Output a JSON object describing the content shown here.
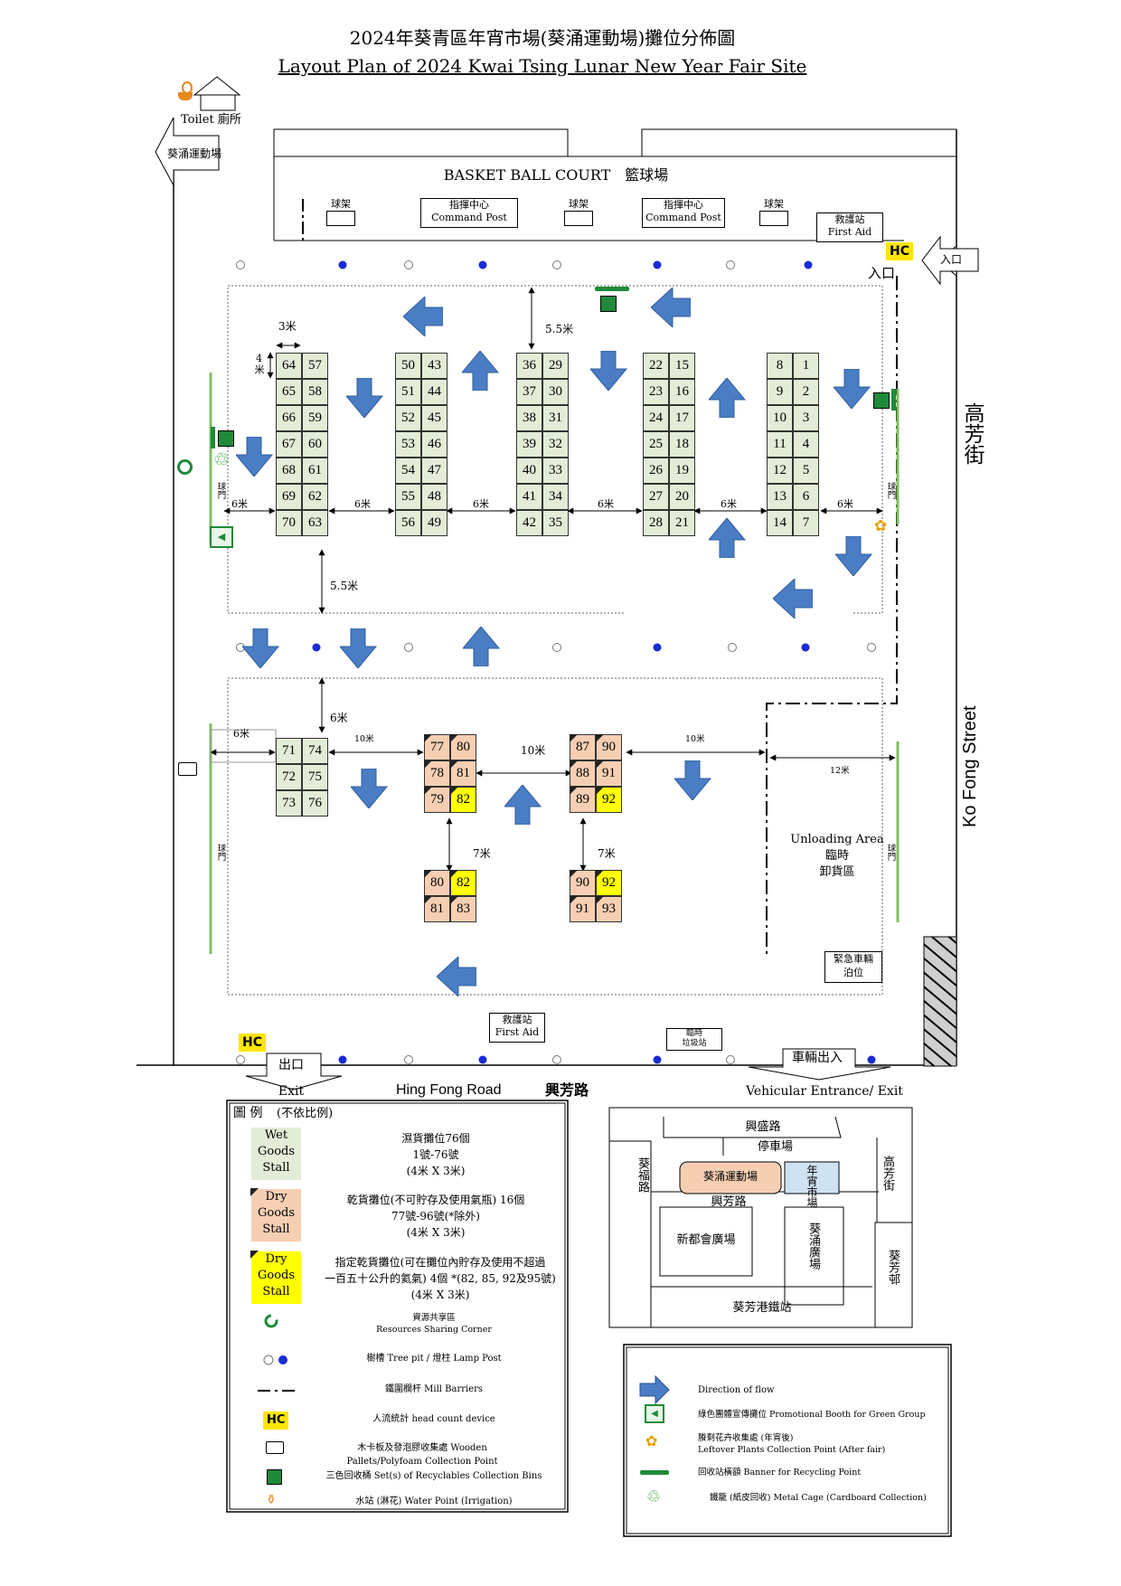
{
  "title_zh": "2024年葵青區年宵市場(葵涌運動場)攤位分佈圖",
  "title_en": "Layout Plan of 2024 Kwai Tsing Lunar New Year Fair Site",
  "toilet": "Toilet 廁所",
  "sports_ground": "葵涌運動場",
  "basketball": "BASKET BALL COURT　籃球場",
  "hoop": "球架",
  "cmd_zh": "指揮中心",
  "cmd_en": "Command Post",
  "aid_zh": "救護站",
  "aid_en": "First Aid",
  "hc": "HC",
  "entrance_zh": "入口",
  "exit_zh": "出口",
  "exit_en": "Exit",
  "goal": "球門",
  "kofong_zh": "高芳街",
  "kofong_en": "Ko Fong Street",
  "hingfong_en": "Hing Fong Road",
  "hingfong_zh": "興芳路",
  "vehicle_zh": "車輛出入",
  "vehicle_en": "Vehicular Entrance/ Exit",
  "unloading_en": "Unloading Area",
  "unloading_zh1": "臨時",
  "unloading_zh2": "卸貨區",
  "emergency1": "緊急車輛",
  "emergency2": "泊位",
  "refuse1": "臨時",
  "refuse2": "垃圾站",
  "dims": {
    "m3": "3米",
    "m4": "4米",
    "m55": "5.5米",
    "m6": "6米",
    "m10": "10米",
    "m7": "7米",
    "m12": "12米"
  },
  "legend": {
    "title": "圖 例",
    "scale": "(不依比例)",
    "wet_box": [
      "Wet",
      "Goods",
      "Stall"
    ],
    "wet_desc": [
      "濕貨攤位76個",
      "1號-76號",
      "(4米 X 3米)"
    ],
    "dry_box": [
      "Dry",
      "Goods",
      "Stall"
    ],
    "dry_desc": [
      "乾貨攤位(不可貯存及使用氣瓶) 16個",
      "77號-96號(*除外)",
      "(4米 X 3米)"
    ],
    "des_box": [
      "Dry",
      "Goods",
      "Stall"
    ],
    "des_desc": [
      "指定乾貨攤位(可在攤位內貯存及使用不超過",
      "一百五十公升的氦氣) 4個 *(82, 85, 92及95號)",
      "(4米 X 3米)"
    ],
    "resource": [
      "資源共享區",
      "Resources Sharing Corner"
    ],
    "treepit": "樹槽 Tree pit / 燈柱 Lamp Post",
    "barrier": "鐵圍欄杆 Mill Barriers",
    "headcount": "人流統計 head count device",
    "pallet": "木卡板及發泡膠收集處 Wooden Pallets/Polyfoam Collection Point",
    "bins": "三色回收桶 Set(s) of Recyclables Collection Bins",
    "water": "水站 (淋花) Water Point (Irrigation)",
    "flow": "Direction of flow",
    "green": "綠色團體宣傳攤位 Promotional Booth for Green Group",
    "plants": [
      "賸剩花卉收集處 (年宵後)",
      "Leftover Plants Collection Point (After fair)"
    ],
    "banner": "回收站橫額 Banner for Recycling Point",
    "cage": "鐵籠 (紙皮回收) Metal Cage (Cardboard Collection)"
  },
  "map": {
    "hingshing": "興盛路",
    "carpark": "停車場",
    "kwaifuk": "葵福路",
    "kcsg": "葵涌運動場",
    "fair": "年宵市場",
    "kofong": "高芳街",
    "hingfong": "興芳路",
    "sdc": "新都會廣場",
    "kcp": "葵涌廣場",
    "kfe": "葵芳邨",
    "mtr": "葵芳港鐵站"
  },
  "colors": {
    "arrow": "#4a7dc4",
    "wet": "#e2ecd6",
    "dry": "#f6cfb3",
    "designated": "#ffff00",
    "hc": "#ffe500",
    "green": "#1f8a3a"
  }
}
